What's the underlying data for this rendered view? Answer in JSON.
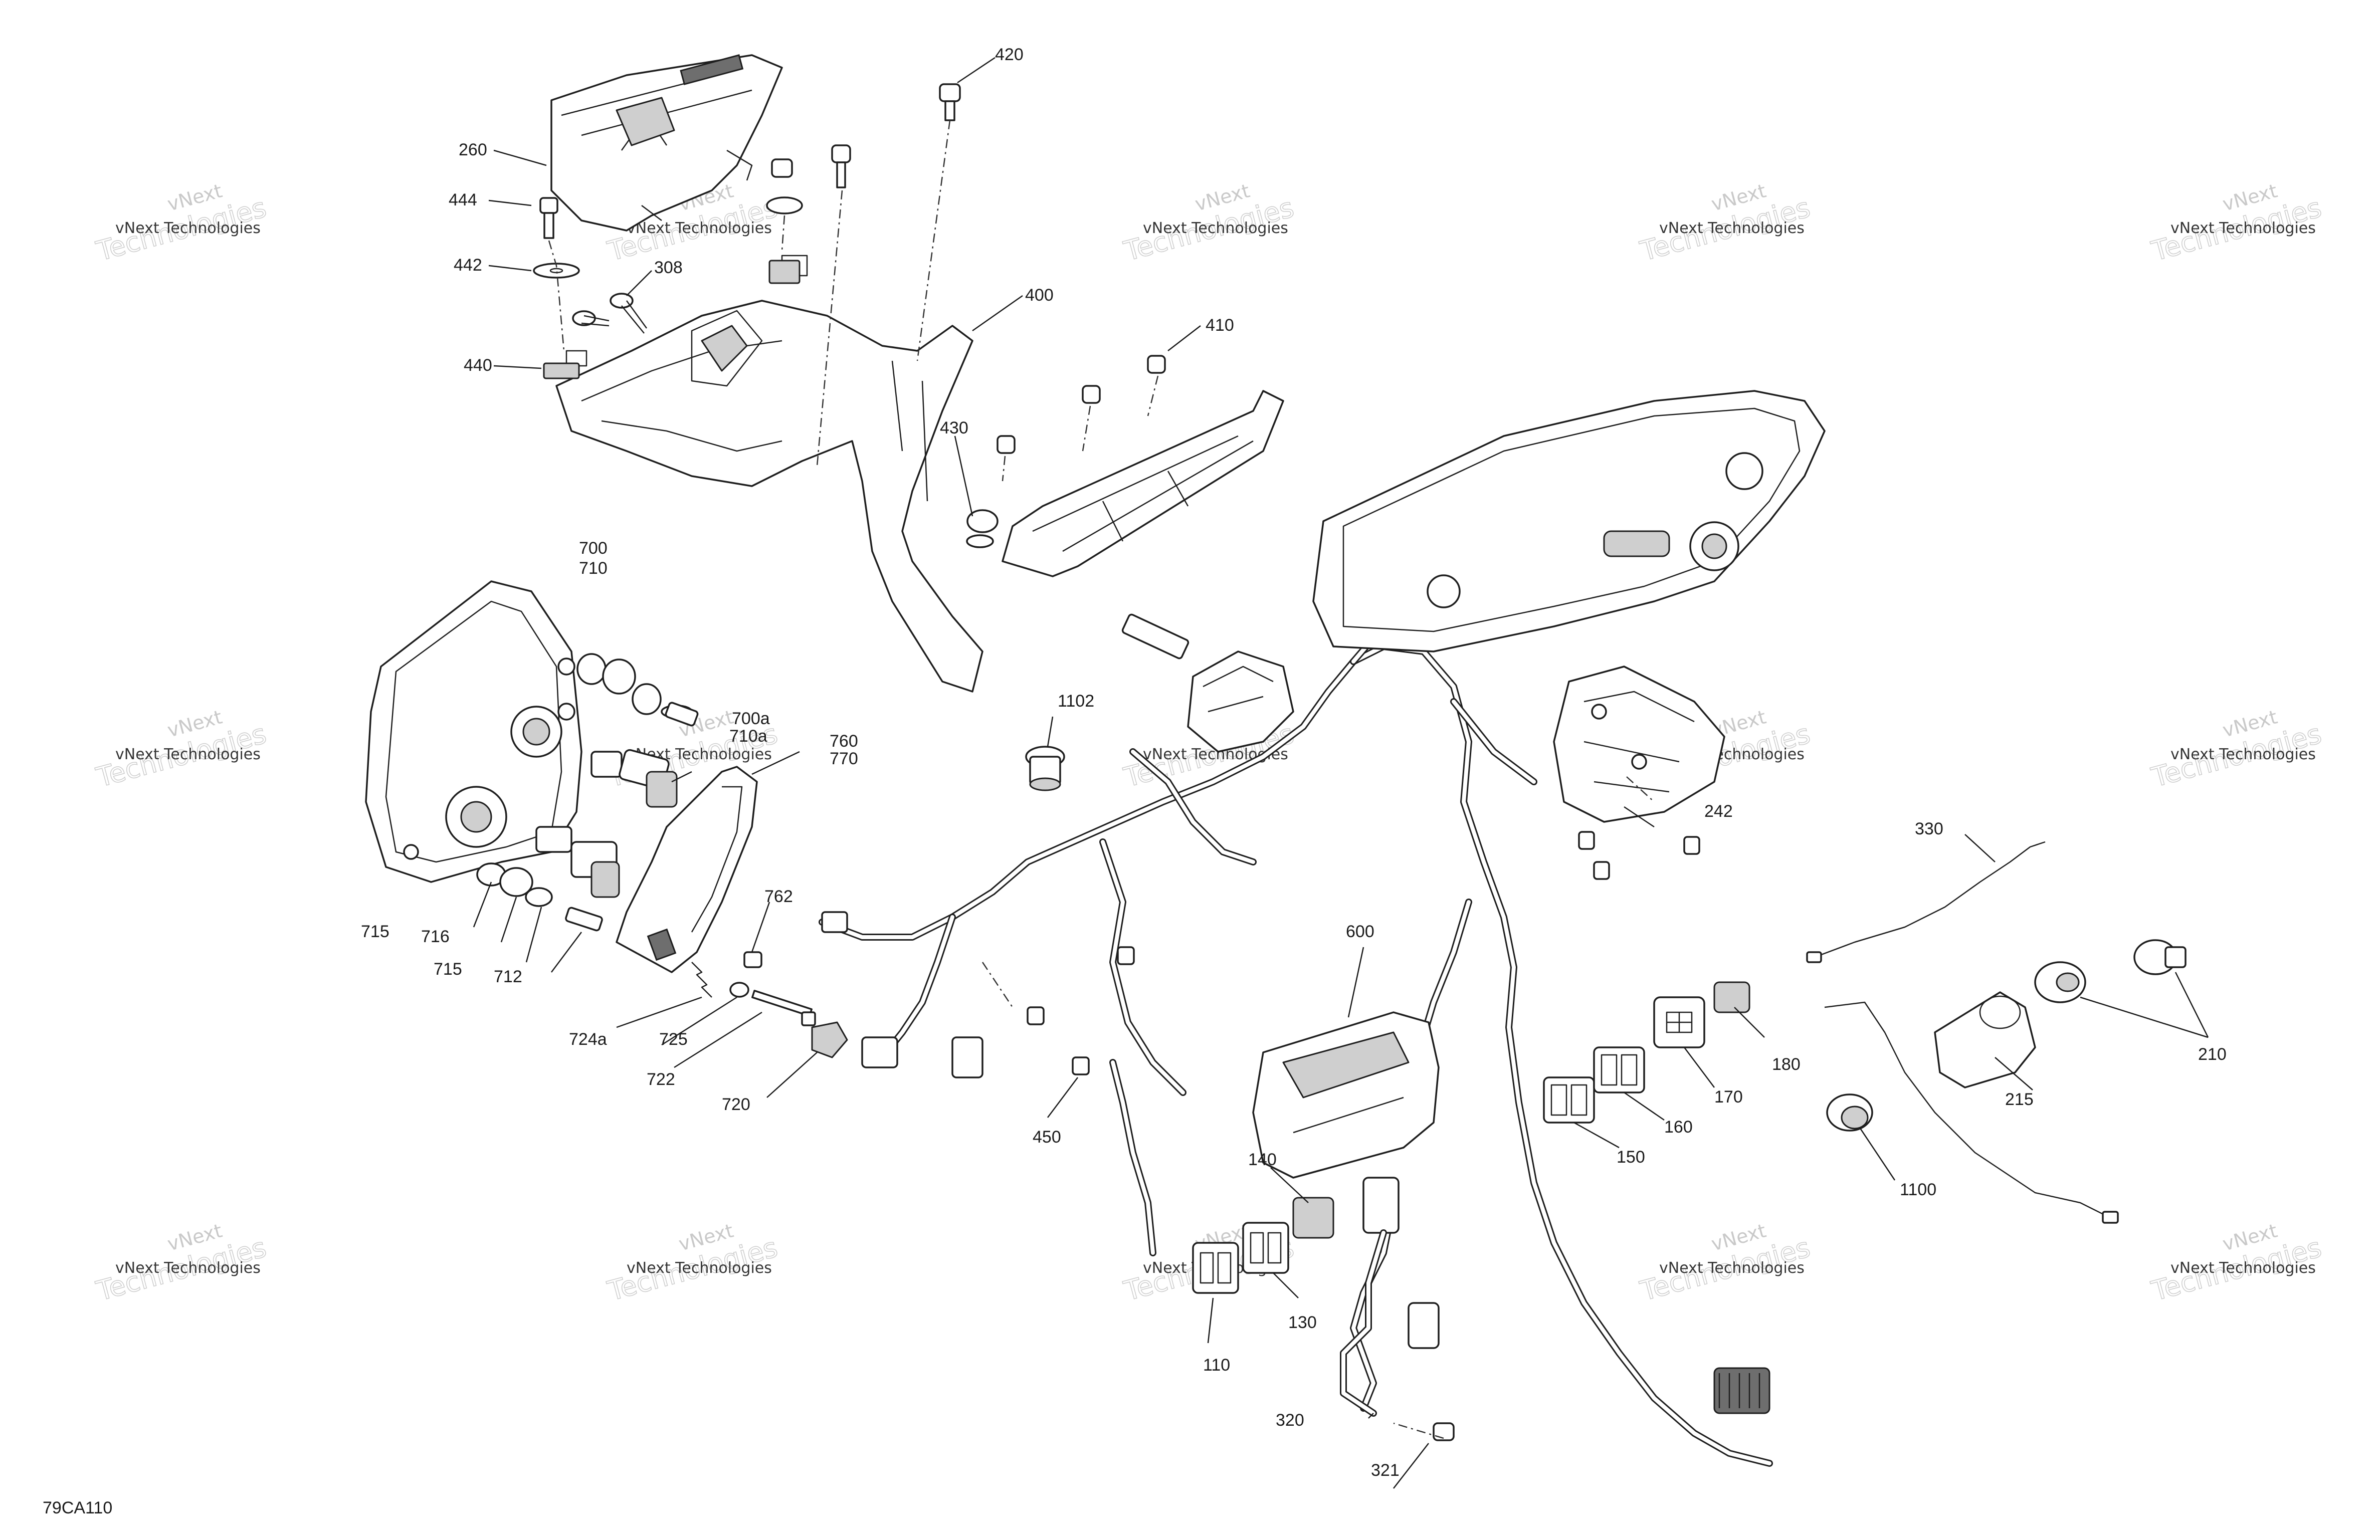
{
  "figure_code": "79CA110",
  "watermark": {
    "company_short": "vNext",
    "company_word": "Technologies",
    "company_full": "vNext Technologies"
  },
  "parts": [
    "260",
    "444",
    "442",
    "308",
    "440",
    "420",
    "400",
    "410",
    "430",
    "700",
    "710",
    "700a",
    "710a",
    "760",
    "770",
    "715",
    "716",
    "715",
    "712",
    "762",
    "724a",
    "725",
    "722",
    "720",
    "1102",
    "600",
    "450",
    "140",
    "130",
    "110",
    "321",
    "320",
    "150",
    "160",
    "170",
    "180",
    "242",
    "330",
    "210",
    "215",
    "1100"
  ]
}
